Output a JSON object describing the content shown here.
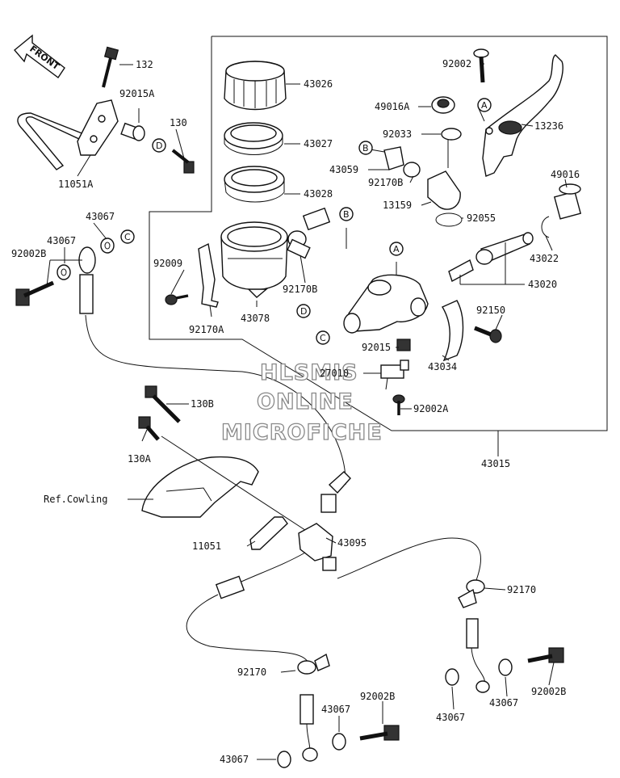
{
  "front_arrow": {
    "label": "FRONT"
  },
  "watermark": [
    "HLSMIS",
    "ONLINE",
    "MICROFICHE"
  ],
  "callouts": {
    "c_132": "132",
    "c_92015A": "92015A",
    "c_130": "130",
    "c_11051A": "11051A",
    "c_43067_a": "43067",
    "c_43067_b": "43067",
    "c_92002B_a": "92002B",
    "c_43026": "43026",
    "c_43027": "43027",
    "c_43028": "43028",
    "c_92009": "92009",
    "c_92170A": "92170A",
    "c_43078": "43078",
    "c_92170B_a": "92170B",
    "c_92002": "92002",
    "c_49016A": "49016A",
    "c_92033": "92033",
    "c_43059": "43059",
    "c_92170B_b": "92170B",
    "c_13159": "13159",
    "c_92055": "92055",
    "c_13236": "13236",
    "c_49016": "49016",
    "c_43022": "43022",
    "c_43020": "43020",
    "c_92150": "92150",
    "c_92015": "92015",
    "c_43034": "43034",
    "c_27010": "27010",
    "c_92002A": "92002A",
    "c_43015": "43015",
    "c_130B": "130B",
    "c_130A": "130A",
    "c_refcowling": "Ref.Cowling",
    "c_11051": "11051",
    "c_43095": "43095",
    "c_92170_r": "92170",
    "c_92170_l": "92170",
    "c_92002B_b": "92002B",
    "c_43067_c": "43067",
    "c_43067_d": "43067",
    "c_92002B_c": "92002B",
    "c_43067_e": "43067",
    "c_43067_f": "43067"
  },
  "ref_marks": {
    "d1": "D",
    "c1": "C",
    "b1": "B",
    "d2": "D",
    "a1": "A",
    "b2": "B",
    "a2": "A",
    "c2": "C"
  }
}
